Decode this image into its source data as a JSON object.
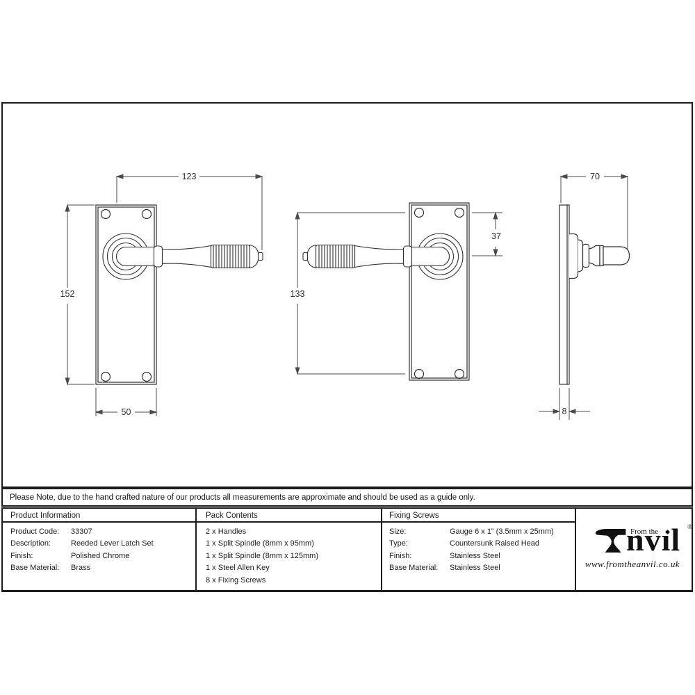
{
  "note": "Please Note, due to the hand crafted nature of our products all measurements are approximate and should be used as a guide only.",
  "drawings": {
    "front_left_view": {
      "lever_length": "123",
      "plate_height": "152",
      "plate_width": "50"
    },
    "front_right_view": {
      "fixing_centres": "133",
      "top_to_handle_centre": "37"
    },
    "side_view": {
      "projection": "70",
      "plate_thickness": "8"
    }
  },
  "table": {
    "product_information": {
      "header": "Product Information",
      "rows": [
        {
          "label": "Product Code:",
          "value": "33307"
        },
        {
          "label": "Description:",
          "value": "Reeded Lever Latch Set"
        },
        {
          "label": "Finish:",
          "value": "Polished Chrome"
        },
        {
          "label": "Base Material:",
          "value": "Brass"
        }
      ]
    },
    "pack_contents": {
      "header": "Pack Contents",
      "items": [
        "2 x Handles",
        "1 x Split Spindle (8mm x 95mm)",
        "1 x Split Spindle (8mm x 125mm)",
        "1 x Steel Allen Key",
        "8 x Fixing Screws"
      ]
    },
    "fixing_screws": {
      "header": "Fixing Screws",
      "rows": [
        {
          "label": "Size:",
          "value": "Gauge 6 x 1” (3.5mm x 25mm)"
        },
        {
          "label": "Type:",
          "value": "Countersunk Raised Head"
        },
        {
          "label": "Finish:",
          "value": "Stainless Steel"
        },
        {
          "label": "Base Material:",
          "value": "Stainless Steel"
        }
      ]
    }
  },
  "logo": {
    "brand": "Anvil",
    "brand_suffix": "nvıl",
    "from_the": "From the",
    "registered": "®",
    "url": "www.fromtheanvil.co.uk"
  },
  "colors": {
    "line": "#2f2f2f",
    "dim_line": "#4a4a4a",
    "border": "#1c1c1c"
  }
}
